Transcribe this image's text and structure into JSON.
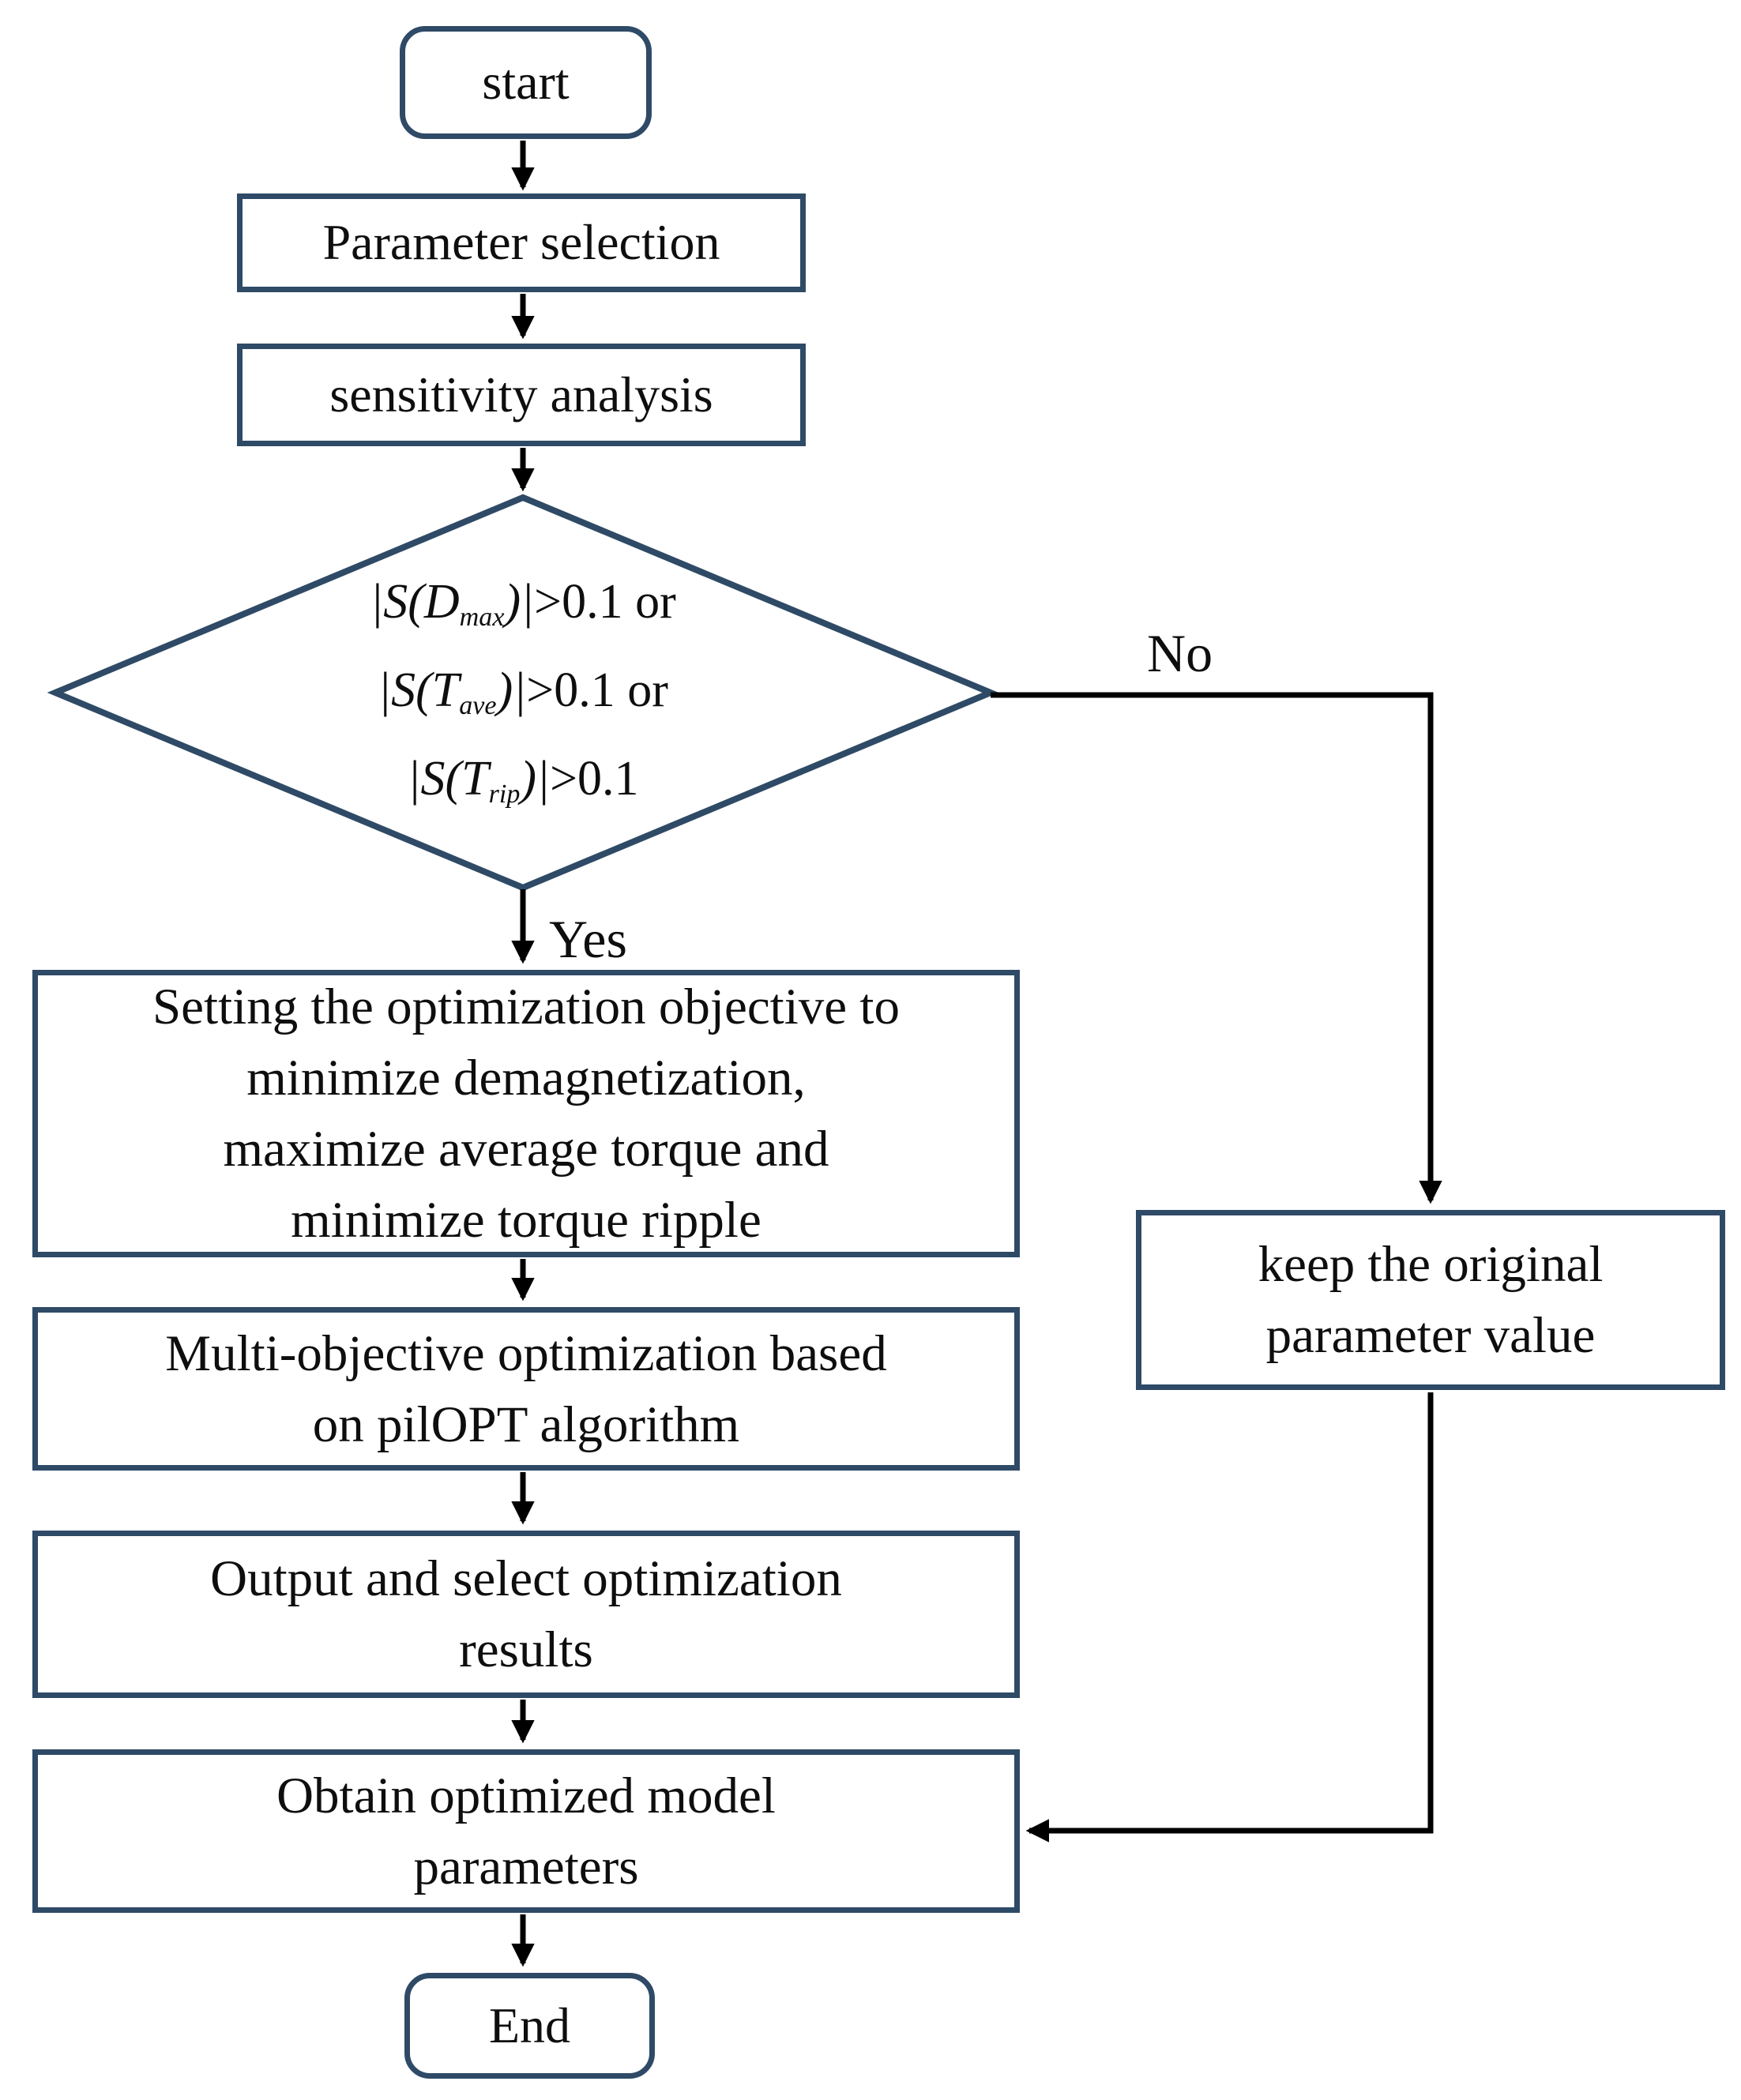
{
  "colors": {
    "border": "#2e4a66",
    "connector": "#000000",
    "text": "#0e0e0e"
  },
  "nodes": {
    "start": {
      "label": "start"
    },
    "parameter_selection": {
      "label": "Parameter selection"
    },
    "sensitivity_analysis": {
      "label": "sensitivity analysis"
    },
    "decision": {
      "lines": [
        {
          "open": "|S(D",
          "sub": "max",
          "close": ")|",
          "cond": ">0.1 or"
        },
        {
          "open": "|S(T",
          "sub": "ave",
          "close": ")|",
          "cond": ">0.1 or"
        },
        {
          "open": "|S(T",
          "sub": "rip",
          "close": ")|",
          "cond": ">0.1"
        }
      ]
    },
    "setting_objective": {
      "lines": [
        "Setting the optimization objective to",
        "minimize demagnetization,",
        "maximize average torque and",
        "minimize torque ripple"
      ]
    },
    "multi_objective": {
      "lines": [
        "Multi-objective optimization based",
        "on pilOPT algorithm"
      ]
    },
    "output_results": {
      "lines": [
        "Output and select optimization",
        "results"
      ]
    },
    "obtain_parameters": {
      "lines": [
        "Obtain optimized model",
        "parameters"
      ]
    },
    "keep_original": {
      "lines": [
        "keep the original",
        "parameter value"
      ]
    },
    "end": {
      "label": "End"
    }
  },
  "edge_labels": {
    "yes": "Yes",
    "no": "No"
  }
}
